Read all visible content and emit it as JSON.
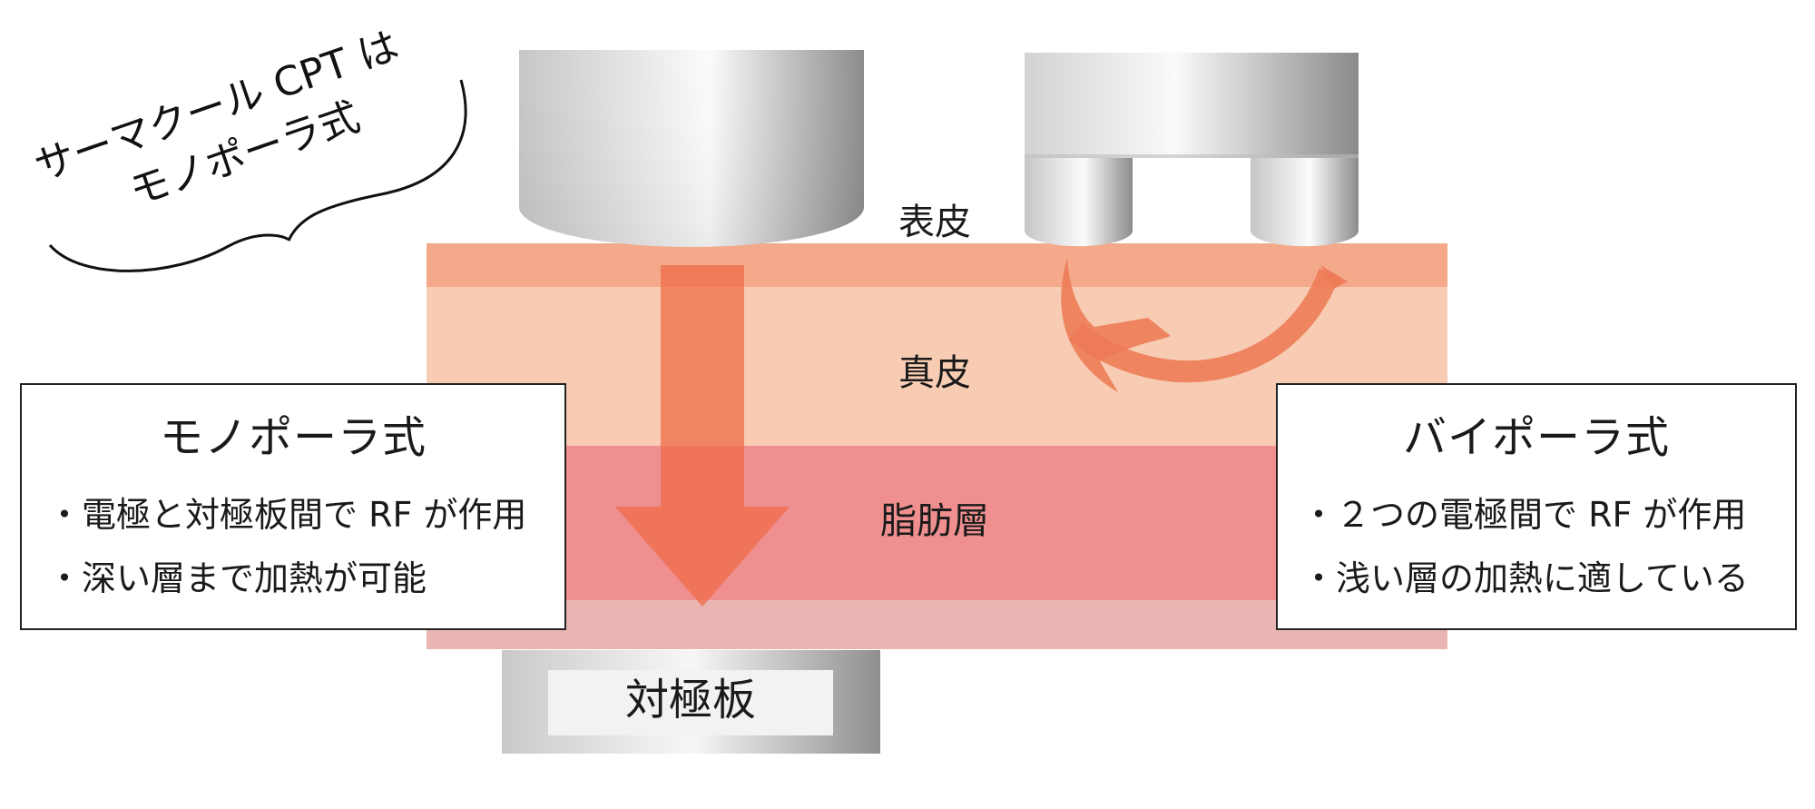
{
  "callout": {
    "line1": "サーマクール CPT は",
    "line2": "モノポーラ式"
  },
  "layers": {
    "epidermis": "表皮",
    "dermis": "真皮",
    "fat": "脂肪層"
  },
  "plate": {
    "label": "対極板"
  },
  "monopolar": {
    "title": "モノポーラ式",
    "items": [
      "・電極と対極板間で RF が作用",
      "・深い層まで加熱が可能"
    ]
  },
  "bipolar": {
    "title": "バイポーラ式",
    "items": [
      "・２つの電極間で RF が作用",
      "・浅い層の加熱に適している"
    ]
  },
  "colors": {
    "epidermis": "#f3a98a",
    "dermis": "#f7ccb2",
    "fat": "#ef8f8f",
    "bottom": "#e9b6b4",
    "arrow": "#ee6a45"
  }
}
